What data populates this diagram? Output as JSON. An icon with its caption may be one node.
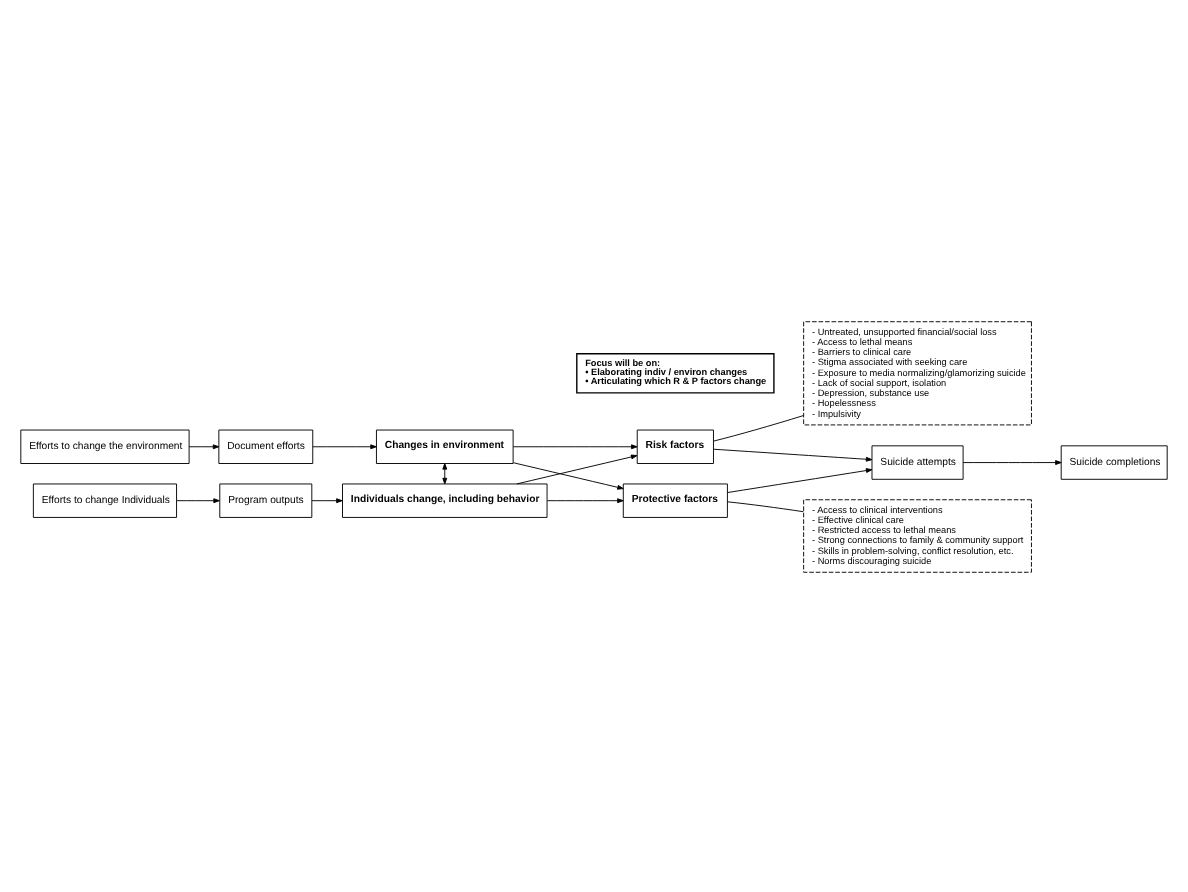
{
  "diagram": {
    "nodes": [
      {
        "text": [
          "Focus will be on:",
          "• Elaborating indiv / environ changes",
          "• Articulating which R & P factors change"
        ]
      },
      {
        "text": [
          "- Untreated, unsupported financial/social loss",
          "- Access to lethal means",
          "- Barriers to clinical care",
          "- Stigma associated with seeking care",
          "- Exposure to media normalizing/glamorizing suicide",
          "- Lack of social support, isolation",
          "- Depression, substance use",
          "- Hopelessness",
          "- Impulsivity"
        ]
      },
      {
        "text": [
          "Efforts to change the environment"
        ]
      },
      {
        "text": [
          "Document efforts"
        ]
      },
      {
        "text": [
          "Changes in environment"
        ]
      },
      {
        "text": [
          "Efforts to change Individuals"
        ]
      },
      {
        "text": [
          "Program outputs"
        ]
      },
      {
        "text": [
          "Individuals change, including behavior"
        ]
      },
      {
        "text": [
          "Risk factors"
        ]
      },
      {
        "text": [
          "Protective factors"
        ]
      },
      {
        "text": [
          "Suicide attempts"
        ]
      },
      {
        "text": [
          "Suicide completions"
        ]
      },
      {
        "text": [
          "- Access to clinical interventions",
          "- Effective clinical care",
          "- Restricted access to lethal means",
          "- Strong connections to family & community support",
          "- Skills in problem-solving, conflict resolution, etc.",
          "- Norms discouraging suicide"
        ]
      }
    ],
    "edges": [
      {
        "from": 2,
        "to": 3,
        "arrow": "to"
      },
      {
        "from": 3,
        "to": 4,
        "arrow": "to"
      },
      {
        "from": 5,
        "to": 6,
        "arrow": "to"
      },
      {
        "from": 6,
        "to": 7,
        "arrow": "to"
      },
      {
        "from": 4,
        "to": 7,
        "arrow": "both"
      },
      {
        "from": 4,
        "to": 8,
        "arrow": "to"
      },
      {
        "from": 4,
        "to": 9,
        "arrow": "to"
      },
      {
        "from": 7,
        "to": 8,
        "arrow": "to"
      },
      {
        "from": 7,
        "to": 9,
        "arrow": "to"
      },
      {
        "from": 8,
        "to": 10,
        "arrow": "to"
      },
      {
        "from": 9,
        "to": 10,
        "arrow": "to"
      },
      {
        "from": 10,
        "to": 11,
        "arrow": "to"
      },
      {
        "from": 1,
        "to": 8,
        "arrow": "none"
      },
      {
        "from": 12,
        "to": 9,
        "arrow": "none"
      }
    ]
  }
}
